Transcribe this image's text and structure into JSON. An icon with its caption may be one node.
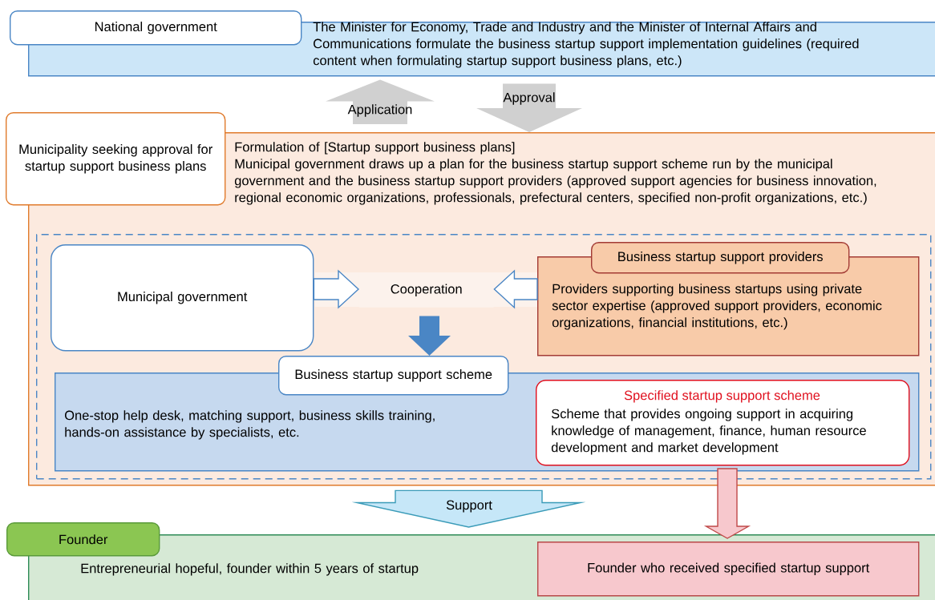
{
  "diagram": {
    "nodes": [
      {
        "text": [
          "National government",
          "The Minister for Economy, Trade and Industry and the Minister of Internal Affairs and Communications formulate the business startup support implementation guidelines (required content when formulating startup support business plans, etc.)"
        ]
      },
      {
        "text": [
          "Municipality seeking approval for startup support business plans",
          "Formulation of [Startup support business plans]",
          "Municipal government draws up a plan for the business startup support scheme run by the municipal government and the business startup support providers (approved support agencies for business innovation, regional economic organizations, professionals, prefectural centers, specified non-profit organizations, etc.)"
        ]
      },
      {
        "text": [],
        "shape": "box",
        "in": 1
      },
      {
        "text": [
          "Municipal government"
        ],
        "in": 2
      },
      {
        "text": [
          "Cooperation"
        ],
        "in": 2
      },
      {
        "text": [
          "Business startup support providers",
          "Providers supporting business startups using private sector expertise (approved support providers, economic organizations, financial institutions, etc.)"
        ],
        "in": 2
      },
      {
        "text": [
          "Business startup support scheme",
          "One-stop help desk, matching support, business skills training, hands-on assistance by specialists, etc."
        ],
        "in": 2
      },
      {
        "text": [
          "Specified startup support scheme",
          "Scheme that provides ongoing support in acquiring knowledge of management, finance, human resource development and market development"
        ],
        "in": 6
      },
      {
        "text": [
          "Founder",
          "Entrepreneurial hopeful, founder within 5 years of startup"
        ]
      },
      {
        "text": [
          "Founder who received specified startup support"
        ],
        "in": 8
      }
    ],
    "edges": [
      {
        "from": 1,
        "to": 0,
        "arrow": "to",
        "label": "Application"
      },
      {
        "from": 0,
        "to": 1,
        "arrow": "to",
        "label": "Approval"
      },
      {
        "from": 3,
        "to": 4,
        "arrow": "to"
      },
      {
        "from": 5,
        "to": 4,
        "arrow": "to"
      },
      {
        "from": 4,
        "to": 6,
        "arrow": "to"
      },
      {
        "from": 1,
        "to": 8,
        "arrow": "to",
        "label": "Support"
      },
      {
        "from": 7,
        "to": 9,
        "arrow": "to"
      }
    ]
  }
}
